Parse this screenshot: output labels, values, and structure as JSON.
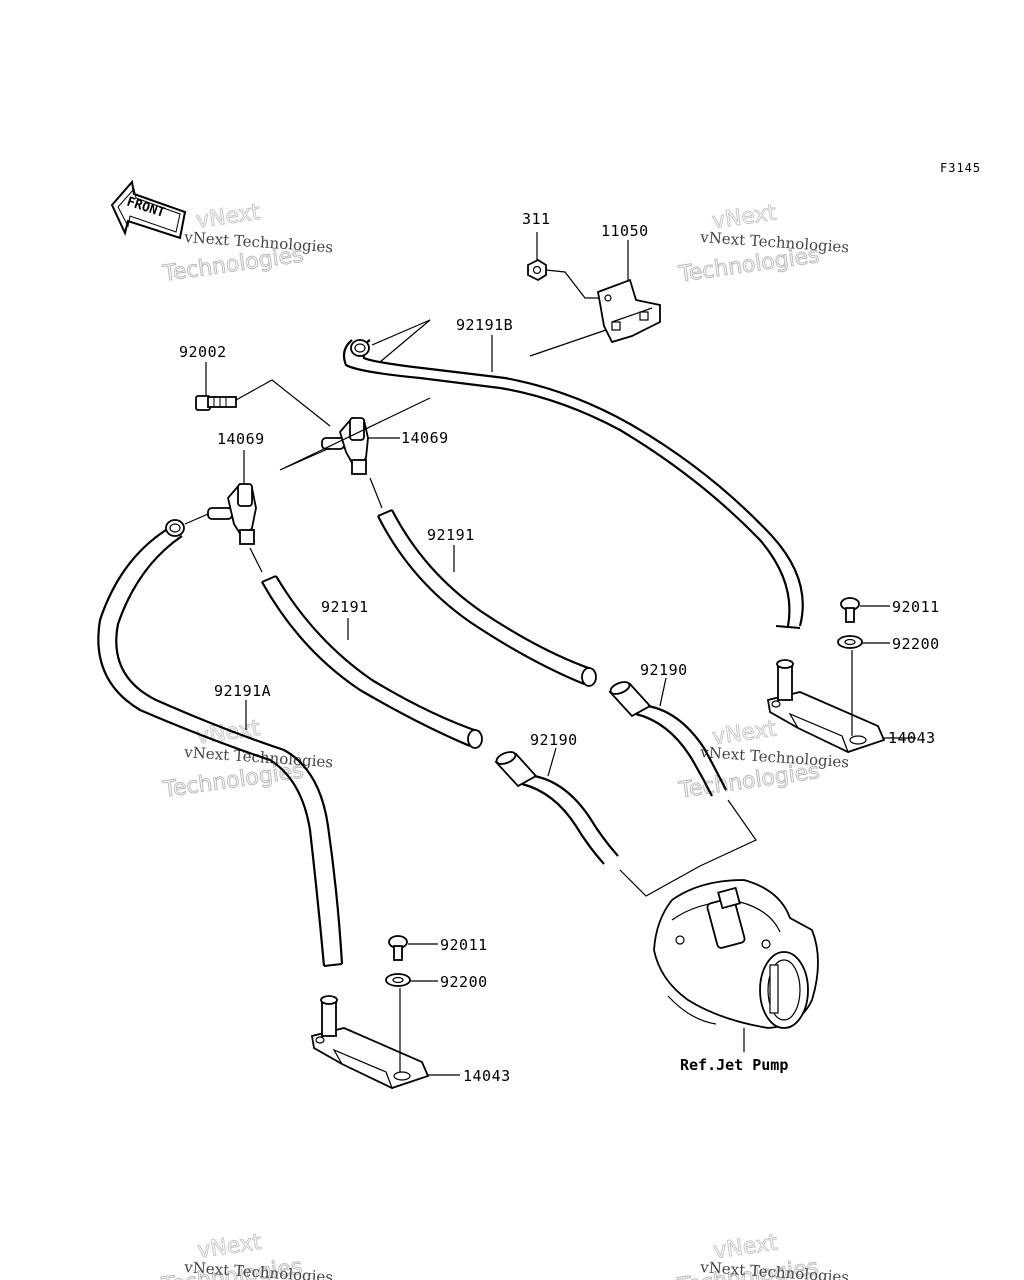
{
  "figure_code": "F3145",
  "front_label": "FRONT",
  "watermark": {
    "line1": "vNext Technologies",
    "line2": "vNext",
    "line3": "Technologies"
  },
  "labels": {
    "p311": "311",
    "p11050": "11050",
    "p92191B": "92191B",
    "p92002": "92002",
    "p14069_left": "14069",
    "p14069_right": "14069",
    "p92191_upper": "92191",
    "p92191_lower": "92191",
    "p92191A": "92191A",
    "p92190_right": "92190",
    "p92190_left": "92190",
    "p92011_right": "92011",
    "p92200_right": "92200",
    "p14043_right": "14043",
    "p92011_left": "92011",
    "p92200_left": "92200",
    "p14043_left": "14043",
    "ref_jet_pump": "Ref.Jet Pump"
  }
}
